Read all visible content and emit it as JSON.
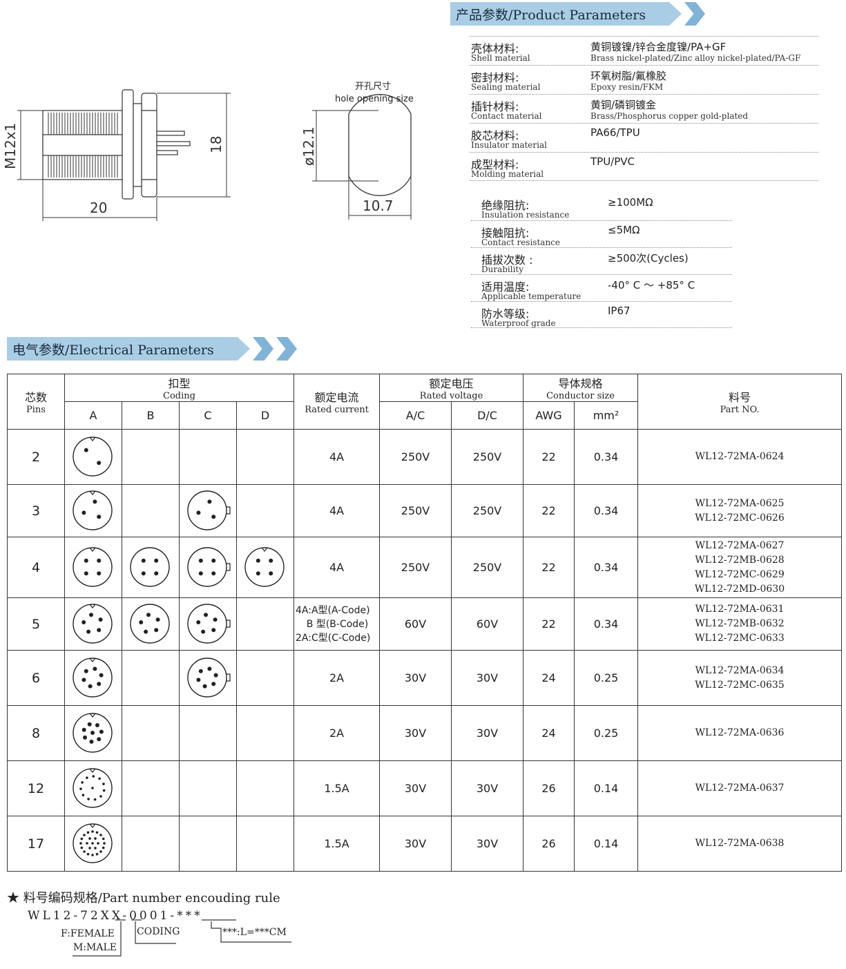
{
  "product_banner": "产品参数/Product Parameters",
  "electrical_banner": "电气参数/Electrical Parameters",
  "drawing": {
    "thread_label": "M12x1",
    "height_label": "18",
    "length_label": "20",
    "hole_title_zh": "开孔尺寸",
    "hole_title_en": "hole opening size",
    "hole_diameter": "ø12.1",
    "hole_flat": "10.7"
  },
  "product_params": [
    {
      "zh": "壳体材料:",
      "en": "Shell material",
      "v1": "黄铜镀镍/锌合金度镍/PA+GF",
      "v2": "Brass nickel-plated/Zinc alloy nickel-plated/PA-GF"
    },
    {
      "zh": "密封材料:",
      "en": "Sealing material",
      "v1": "环氧树脂/氟橡胶",
      "v2": "Epoxy resin/FKM"
    },
    {
      "zh": "插针材料:",
      "en": "Contact material",
      "v1": "黄铜/磷铜镀金",
      "v2": "Brass/Phosphorus copper gold-plated"
    },
    {
      "zh": "胶芯材料:",
      "en": "Insulator material",
      "v1": "PA66/TPU",
      "v2": ""
    },
    {
      "zh": "成型材料:",
      "en": "Molding material",
      "v1": "TPU/PVC",
      "v2": ""
    }
  ],
  "performance_params": [
    {
      "zh": "绝缘阻抗:",
      "en": "Insulation resistance",
      "v": "≥100MΩ"
    },
    {
      "zh": "接触阻抗:",
      "en": "Contact resistance",
      "v": "≤5MΩ"
    },
    {
      "zh": "插拔次数 :",
      "en": "Durability",
      "v": "≥500次(Cycles)"
    },
    {
      "zh": "适用温度:",
      "en": "Applicable temperature",
      "v": "-40° C ～ +85° C"
    },
    {
      "zh": "防水等级:",
      "en": "Waterproof grade",
      "v": "IP67"
    }
  ],
  "table": {
    "headers": {
      "pins_zh": "芯数",
      "pins_en": "Pins",
      "coding_zh": "扣型",
      "coding_en": "Coding",
      "coding_a": "A",
      "coding_b": "B",
      "coding_c": "C",
      "coding_d": "D",
      "current_zh": "额定电流",
      "current_en": "Rated current",
      "voltage_zh": "额定电压",
      "voltage_en": "Rated voltage",
      "ac": "A/C",
      "dc": "D/C",
      "conductor_zh": "导体规格",
      "conductor_en": "Conductor size",
      "awg": "AWG",
      "mm2": "mm²",
      "part_zh": "料号",
      "part_en": "Part NO."
    },
    "rows": [
      {
        "pins": "2",
        "current": "4A",
        "ac": "250V",
        "dc": "250V",
        "awg": "22",
        "mm2": "0.34",
        "parts": [
          "WL12-72MA-0624"
        ]
      },
      {
        "pins": "3",
        "current": "4A",
        "ac": "250V",
        "dc": "250V",
        "awg": "22",
        "mm2": "0.34",
        "parts": [
          "WL12-72MA-0625",
          "WL12-72MC-0626"
        ]
      },
      {
        "pins": "4",
        "current": "4A",
        "ac": "250V",
        "dc": "250V",
        "awg": "22",
        "mm2": "0.34",
        "parts": [
          "WL12-72MA-0627",
          "WL12-72MB-0628",
          "WL12-72MC-0629",
          "WL12-72MD-0630"
        ]
      },
      {
        "pins": "5",
        "current_lines": [
          "4A:A型(A-Code)",
          "B 型(B-Code)",
          "2A:C型(C-Code)"
        ],
        "ac": "60V",
        "dc": "60V",
        "awg": "22",
        "mm2": "0.34",
        "parts": [
          "WL12-72MA-0631",
          "WL12-72MB-0632",
          "WL12-72MC-0633"
        ]
      },
      {
        "pins": "6",
        "current": "2A",
        "ac": "30V",
        "dc": "30V",
        "awg": "24",
        "mm2": "0.25",
        "parts": [
          "WL12-72MA-0634",
          "WL12-72MC-0635"
        ]
      },
      {
        "pins": "8",
        "current": "2A",
        "ac": "30V",
        "dc": "30V",
        "awg": "24",
        "mm2": "0.25",
        "parts": [
          "WL12-72MA-0636"
        ]
      },
      {
        "pins": "12",
        "current": "1.5A",
        "ac": "30V",
        "dc": "30V",
        "awg": "26",
        "mm2": "0.14",
        "parts": [
          "WL12-72MA-0637"
        ]
      },
      {
        "pins": "17",
        "current": "1.5A",
        "ac": "30V",
        "dc": "30V",
        "awg": "26",
        "mm2": "0.14",
        "parts": [
          "WL12-72MA-0638"
        ]
      }
    ]
  },
  "encoding": {
    "title": "★ 料号编码规格/Part number encouding rule",
    "code": "WL12-72XX-0001-***",
    "female": "F:FEMALE",
    "male": "M:MALE",
    "coding": "CODING",
    "length": "***:L=***CM"
  }
}
